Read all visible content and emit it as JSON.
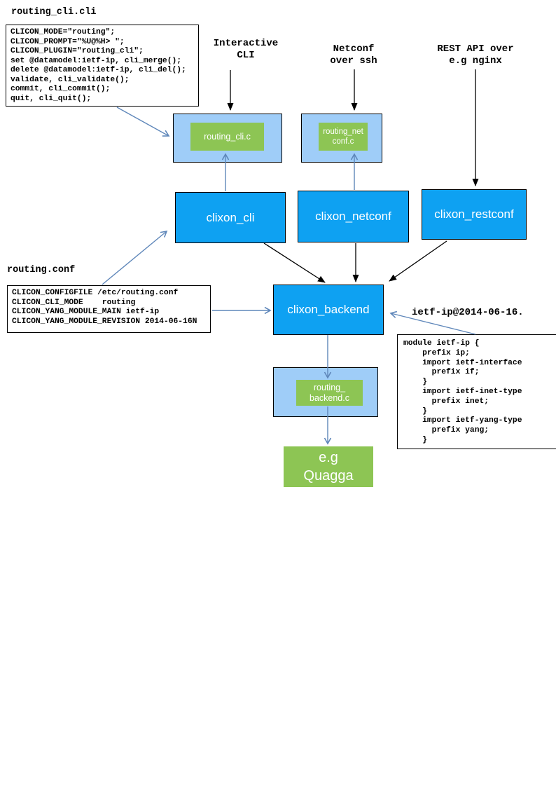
{
  "colors": {
    "node_blue": "#0ea1f2",
    "plugin_light_blue": "#9fcdf8",
    "plugin_green": "#8dc554",
    "connector_blue": "#5f87ba",
    "connector_black": "#000000"
  },
  "files": {
    "routing_cli": {
      "title": "routing_cli.cli",
      "code": "CLICON_MODE=\"routing\";\nCLICON_PROMPT=\"%U@%H> \";\nCLICON_PLUGIN=\"routing_cli\";\nset @datamodel:ietf-ip, cli_merge();\ndelete @datamodel:ietf-ip, cli_del();\nvalidate, cli_validate();\ncommit, cli_commit();\nquit, cli_quit();"
    },
    "routing_conf": {
      "title": "routing.conf",
      "code": "CLICON_CONFIGFILE /etc/routing.conf\nCLICON_CLI_MODE    routing\nCLICON_YANG_MODULE_MAIN ietf-ip\nCLICON_YANG_MODULE_REVISION 2014-06-16N"
    },
    "ietf_yang": {
      "label": "ietf-ip@2014-06-16.",
      "code": "module ietf-ip {\n    prefix ip;\n    import ietf-interface\n      prefix if;\n    }\n    import ietf-inet-type\n      prefix inet;\n    }\n    import ietf-yang-type\n      prefix yang;\n    }"
    }
  },
  "annotations": {
    "interactive_cli": "Interactive\nCLI",
    "netconf_ssh": "Netconf\nover ssh",
    "rest_api": "REST API over\ne.g nginx"
  },
  "nodes": {
    "plugin_cli": "routing_cli.c",
    "plugin_netconf": "routing_net\nconf.c",
    "plugin_backend": "routing_\nbackend.c",
    "clixon_cli": "clixon_cli",
    "clixon_netconf": "clixon_netconf",
    "clixon_restconf": "clixon_restconf",
    "clixon_backend": "clixon_backend",
    "quagga": "e.g\nQuagga"
  }
}
